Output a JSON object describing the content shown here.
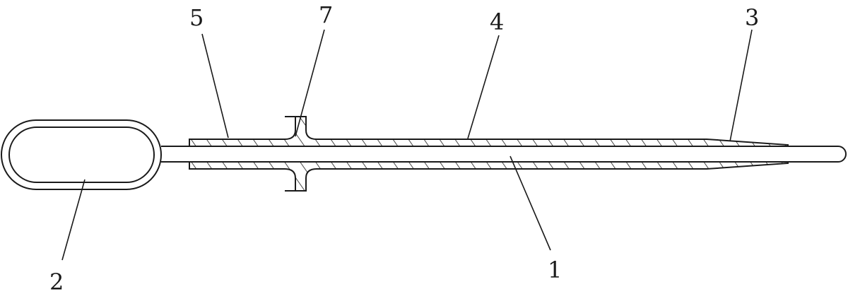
{
  "labels": {
    "part_1": "1",
    "part_2": "2",
    "part_3": "3",
    "part_4": "4",
    "part_5": "5",
    "part_7": "7"
  }
}
